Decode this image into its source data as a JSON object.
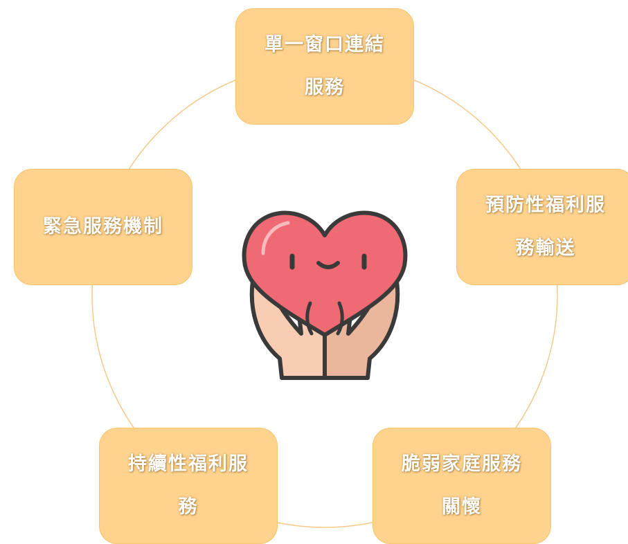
{
  "nodes": [
    {
      "id": "n1",
      "line1": "單一窗口連結",
      "line2": "服務"
    },
    {
      "id": "n2",
      "line1": "預防性福利服",
      "line2": "務輸送"
    },
    {
      "id": "n3",
      "line1": "脆弱家庭服務",
      "line2": "關懷"
    },
    {
      "id": "n4",
      "line1": "持續性福利服",
      "line2": "務"
    },
    {
      "id": "n5",
      "line1": "緊急服務機制",
      "line2": ""
    }
  ],
  "center_icon": "heart-in-hands-icon",
  "colors": {
    "node_fill": "#fdd38e",
    "node_border": "#f7c36a",
    "ring": "#f6c98a",
    "heart": "#ef6a72",
    "hand": "#f9cdb4",
    "outline": "#3a3a3a"
  }
}
